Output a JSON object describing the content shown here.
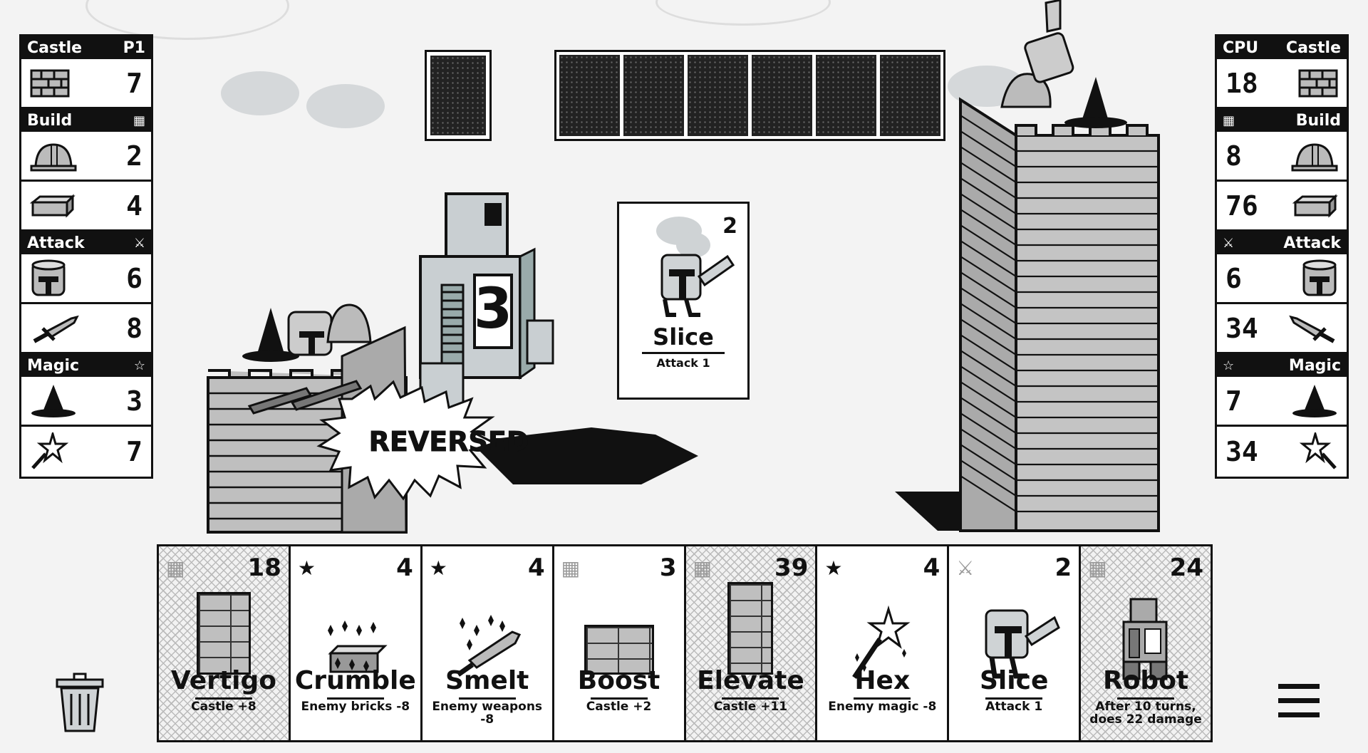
{
  "p1_panel": {
    "castle_label": "Castle",
    "player_label": "P1",
    "castle_value": "7",
    "build_label": "Build",
    "builders": "2",
    "bricks": "4",
    "attack_label": "Attack",
    "soldiers": "6",
    "weapons": "8",
    "magic_label": "Magic",
    "wizards": "3",
    "magic": "7"
  },
  "cpu_panel": {
    "player_label": "CPU",
    "castle_label": "Castle",
    "castle_value": "18",
    "build_label": "Build",
    "builders": "8",
    "bricks": "76",
    "attack_label": "Attack",
    "soldiers": "6",
    "weapons": "34",
    "magic_label": "Magic",
    "wizards": "7",
    "magic": "34"
  },
  "battlefield": {
    "reversed_label": "REVERSED",
    "robot_counter": "3"
  },
  "played_card": {
    "cost": "2",
    "name": "Slice",
    "desc": "Attack 1"
  },
  "hand": [
    {
      "name": "Vertigo",
      "desc": "Castle +8",
      "cost": "18",
      "category": "build"
    },
    {
      "name": "Crumble",
      "desc": "Enemy bricks -8",
      "cost": "4",
      "category": "magic"
    },
    {
      "name": "Smelt",
      "desc": "Enemy weapons -8",
      "cost": "4",
      "category": "magic"
    },
    {
      "name": "Boost",
      "desc": "Castle +2",
      "cost": "3",
      "category": "build"
    },
    {
      "name": "Elevate",
      "desc": "Castle +11",
      "cost": "39",
      "category": "build"
    },
    {
      "name": "Hex",
      "desc": "Enemy magic -8",
      "cost": "4",
      "category": "magic"
    },
    {
      "name": "Slice",
      "desc": "Attack 1",
      "cost": "2",
      "category": "attack"
    },
    {
      "name": "Robot",
      "desc": "After 10 turns, does 22 damage",
      "cost": "24",
      "category": "build"
    }
  ]
}
